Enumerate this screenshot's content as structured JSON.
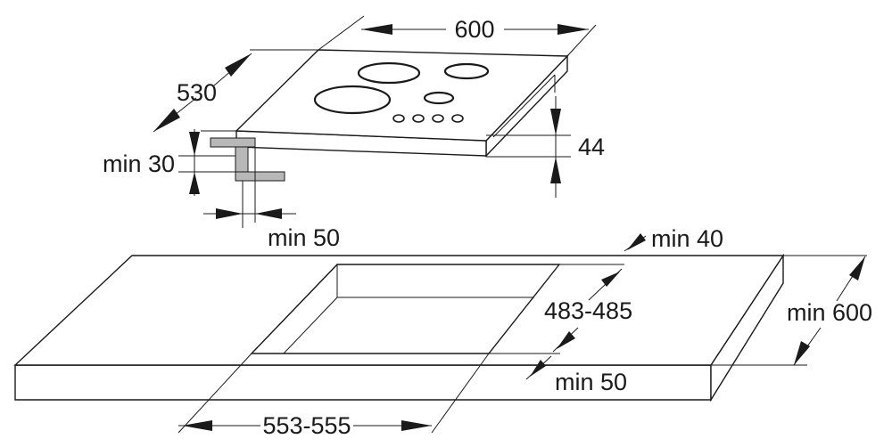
{
  "dimensions": {
    "hob_width": "600",
    "hob_depth": "530",
    "hob_height": "44",
    "min_side_gap": "min 30",
    "min_bracket_gap": "min 50",
    "min_back_gap": "min 40",
    "cutout_depth": "483-485",
    "min_worktop_depth": "min 600",
    "min_front_gap": "min 50",
    "cutout_width": "553-555"
  }
}
